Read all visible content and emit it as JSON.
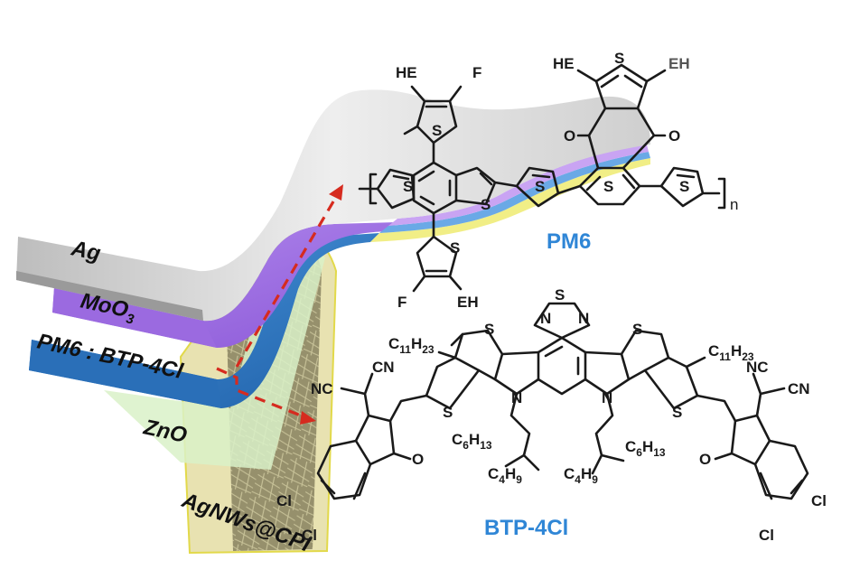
{
  "layers": {
    "ag": "Ag",
    "moo3_base": "MoO",
    "moo3_sub": "3",
    "active": "PM6 : BTP-4Cl",
    "zno": "ZnO",
    "substrate": "AgNWs@CPI"
  },
  "molecules": {
    "pm6": "PM6",
    "btp": "BTP-4Cl"
  },
  "atoms": {
    "S": "S",
    "F": "F",
    "O": "O",
    "N": "N",
    "Cl": "Cl",
    "EH": "EH",
    "HE": "HE",
    "CN": "CN",
    "NC": "NC",
    "n": "n",
    "C11H23_a": "C",
    "C11H23_b": "11",
    "C11H23_c": "H",
    "C11H23_d": "23",
    "C6H13_a": "C",
    "C6H13_b": "6",
    "C6H13_c": "H",
    "C6H13_d": "13",
    "C4H9_a": "C",
    "C4H9_b": "4",
    "C4H9_c": "H",
    "C4H9_d": "9"
  },
  "colors": {
    "arrow": "#d62b1f",
    "label_blue": "#2f86d6",
    "ag": "#c9c9c9",
    "moo3": "#a77ae0",
    "active": "#2a78c8",
    "zno": "#d8f0c6",
    "substrate": "#e9e4b0"
  }
}
